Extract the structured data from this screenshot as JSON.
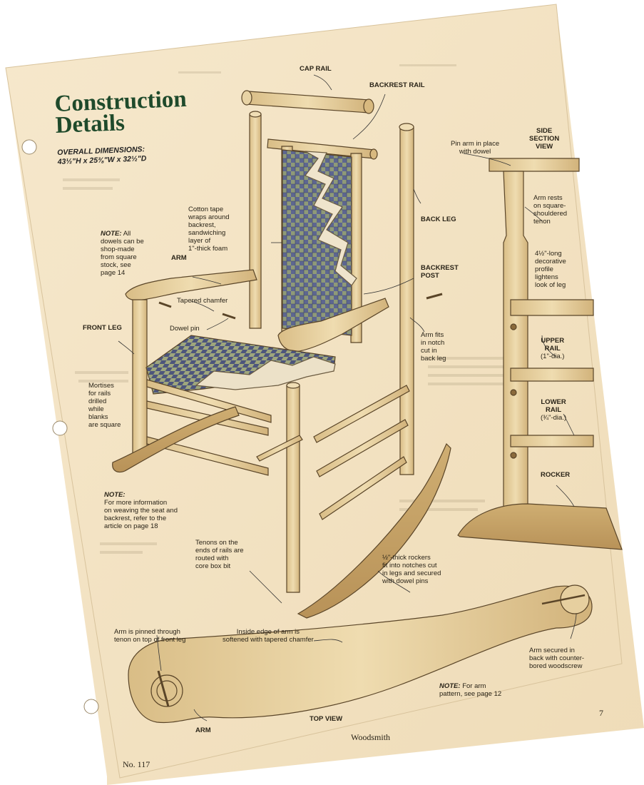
{
  "header": {
    "title_line1": "Construction",
    "title_line2": "Details",
    "overall_dimensions_label": "OVERALL DIMENSIONS:",
    "overall_dimensions_value": "43½\"H x 25⅜\"W x 32½\"D"
  },
  "callouts": {
    "cap_rail": "CAP RAIL",
    "backrest_rail": "BACKREST RAIL",
    "back_leg": "BACK LEG",
    "backrest_post_1": "BACKREST",
    "backrest_post_2": "POST",
    "arm": "ARM",
    "front_leg": "FRONT LEG",
    "tapered_chamfer": "Tapered chamfer",
    "dowel_pin": "Dowel pin",
    "cotton_tape": [
      "Cotton tape",
      "wraps around",
      "backrest,",
      "sandwiching",
      "layer of",
      "1\"-thick foam"
    ],
    "note_dowels_label": "NOTE:",
    "note_dowels": [
      "All",
      "dowels can be",
      "shop-made",
      "from square",
      "stock, see",
      "page 14"
    ],
    "mortises": [
      "Mortises",
      "for rails",
      "drilled",
      "while",
      "blanks",
      "are square"
    ],
    "note_weaving_label": "NOTE:",
    "note_weaving": [
      "For more information",
      "on weaving the seat and",
      "backrest, refer to the",
      "article on page 18"
    ],
    "tenons": [
      "Tenons on the",
      "ends of rails are",
      "routed with",
      "core box bit"
    ],
    "arm_fits": [
      "Arm fits",
      "in notch",
      "cut in",
      "back leg"
    ],
    "rockers": [
      "½\"-thick rockers",
      "fit into notches cut",
      "in legs and secured",
      "with dowel pins"
    ]
  },
  "side_section": {
    "title": [
      "SIDE",
      "SECTION",
      "VIEW"
    ],
    "pin_arm": [
      "Pin arm in place",
      "with dowel"
    ],
    "arm_rests": [
      "Arm rests",
      "on square-",
      "shouldered",
      "tenon"
    ],
    "profile": [
      "4½\"-long",
      "decorative",
      "profile",
      "lightens",
      "look of leg"
    ],
    "upper_rail": [
      "UPPER",
      "RAIL",
      "(1\"-dia.)"
    ],
    "lower_rail": [
      "LOWER",
      "RAIL",
      "(¾\"-dia.)"
    ],
    "rocker": "ROCKER"
  },
  "top_view": {
    "arm_pinned": [
      "Arm is pinned through",
      "tenon on top of front leg"
    ],
    "inside_edge": [
      "Inside edge of arm is",
      "softened with tapered chamfer"
    ],
    "arm_secured": [
      "Arm secured in",
      "back with counter-",
      "bored woodscrew"
    ],
    "note_label": "NOTE:",
    "note_text": [
      "For arm",
      "pattern, see page 12"
    ],
    "top_view_label": "TOP VIEW",
    "arm_label": "ARM"
  },
  "footer": {
    "page_number": "7",
    "publication": "Woodsmith",
    "issue": "No. 117"
  },
  "colors": {
    "paper": "#f3e3c4",
    "title_green": "#1f4a2b",
    "wood": "#e6cf9f",
    "weave_blue": "#5b6488",
    "weave_green": "#9aa07a"
  }
}
